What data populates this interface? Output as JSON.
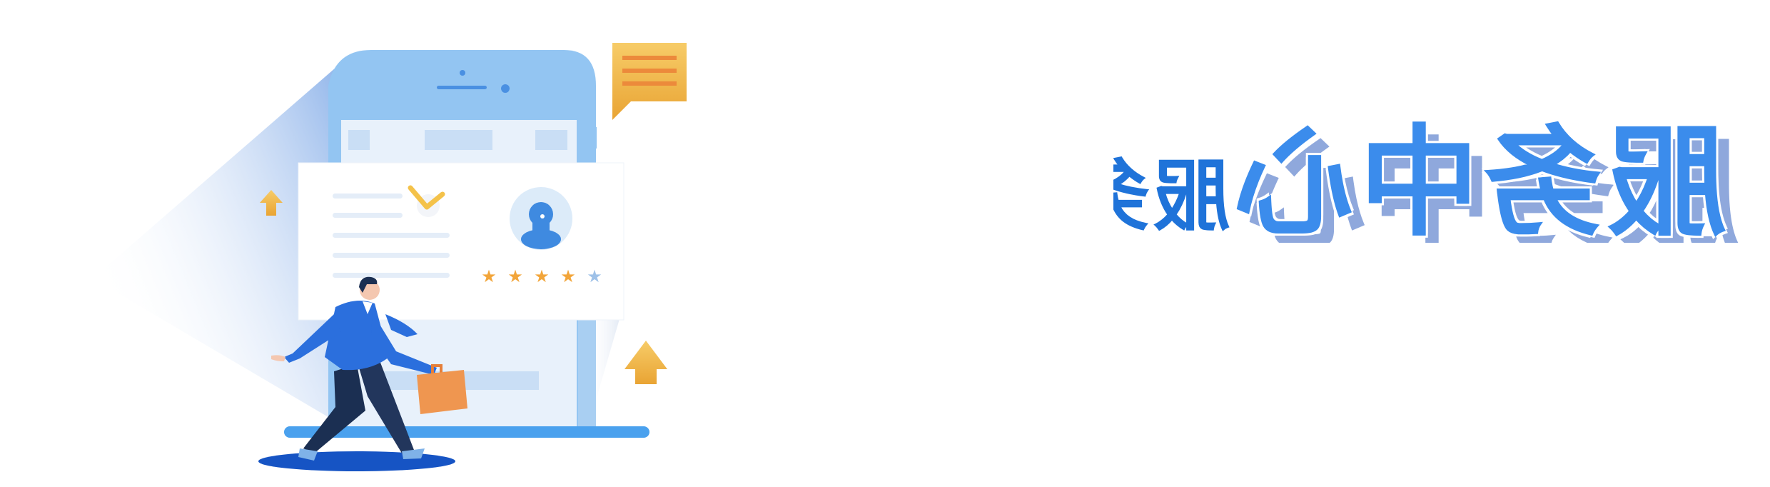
{
  "hero": {
    "title_main": "服务中心",
    "title_sub": "服务",
    "title_mirrored": true
  },
  "illustration": {
    "rating": {
      "value": 4,
      "max": 5
    },
    "colors": {
      "primary_blue": "#2f7de1",
      "light_blue": "#93c5f2",
      "accent_gold": "#f2b94a",
      "accent_orange": "#ef9650",
      "navy": "#1b2f52"
    },
    "icons": [
      "phone-icon",
      "chat-bubble-icon",
      "avatar-icon",
      "checkmark-icon",
      "star-icon",
      "arrow-up-icon",
      "briefcase-icon"
    ]
  }
}
